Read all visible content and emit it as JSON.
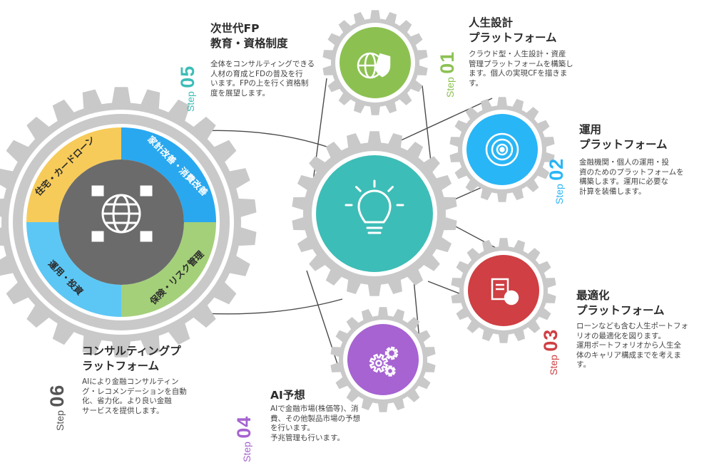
{
  "colors": {
    "gear": "#c9c9c9",
    "step01": "#8cc152",
    "step02": "#29b6f6",
    "step03": "#cf3f43",
    "step04": "#a663d1",
    "step05": "#3dbdb7",
    "step06": "#555555",
    "center": "#3dbdb7"
  },
  "hub": {
    "ring_labels": [
      "住宅・カードローン",
      "家計改善・消費改善",
      "保険・リスク管理",
      "運用・投資"
    ],
    "icon": "globe-network-icon"
  },
  "center": {
    "icon": "lightbulb-icon"
  },
  "steps": [
    {
      "key": "s01",
      "word": "Step",
      "num": "01",
      "title": "人生設計\nプラットフォーム",
      "desc": "クラウド型・人生設計・資産\n管理プラットフォームを構築し\nます。個人の実現CFを描きま\nす。",
      "icon": "globe-shield-icon"
    },
    {
      "key": "s02",
      "word": "Step",
      "num": "02",
      "title": "運用\nプラットフォーム",
      "desc": "金融機関・個人の運用・投\n資のためのプラットフォームを\n構築します。運用に必要な\n計算を装備します。",
      "icon": "target-icon"
    },
    {
      "key": "s03",
      "word": "Step",
      "num": "03",
      "title": "最適化\nプラットフォーム",
      "desc": "ローンなども含む人生ポートフォ\nリオの最適化を図ります。\n運用ポートフォリオから人生全\n体のキャリア構成までを考えま\nす。",
      "icon": "report-chart-icon"
    },
    {
      "key": "s04",
      "word": "Step",
      "num": "04",
      "title": "AI予想",
      "desc": "AIで金融市場(株価等)、消\n費、その他製品市場の予想\nを行います。\n予兆管理も行います。",
      "icon": "gears-icon"
    },
    {
      "key": "s05",
      "word": "Step",
      "num": "05",
      "title": "次世代FP\n教育・資格制度",
      "desc": "全体をコンサルティングできる\n人材の育成とFDの普及を行\nいます。FPの上を行く資格制\n度を展望します。"
    },
    {
      "key": "s06",
      "word": "Step",
      "num": "06",
      "title": "コンサルティングプ\nラットフォーム",
      "desc": "AIにより金融コンサルティン\nグ・レコメンデーションを自動\n化、省力化。より良い金融\nサービスを提供します。"
    }
  ]
}
